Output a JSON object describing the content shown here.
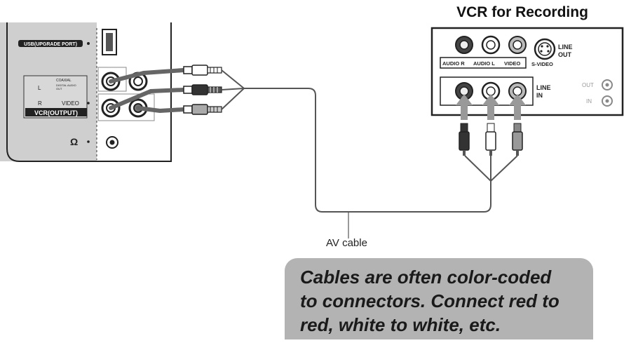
{
  "tv_panel": {
    "usb_label": "USB(UPGRADE PORT)",
    "left_label": "L",
    "coaxial_label": "COAXIAL",
    "digital_audio_label": "DIGITAL AUDIO",
    "out_label": "OUT",
    "right_label": "R",
    "video_label": "VIDEO",
    "vcr_output_label": "VCR(OUTPUT)",
    "headphone_symbol": "Ω"
  },
  "vcr": {
    "title": "VCR for Recording",
    "line_out_line1": "LINE",
    "line_out_line2": "OUT",
    "audio_r_label": "AUDIO R",
    "audio_l_label": "AUDIO L",
    "video_label": "VIDEO",
    "svideo_label": "S-VIDEO",
    "line_in_line1": "LINE",
    "line_in_line2": "IN",
    "rf_out_label": "OUT",
    "rf_in_label": "IN"
  },
  "cable_label": "AV cable",
  "note": {
    "line1": "Cables are  often  color-coded",
    "line2": "to connectors. Connect red to",
    "line3": "red, white to white, etc."
  },
  "colors": {
    "panel_gray": "#cfcfcf",
    "panel_outline": "#222222",
    "note_background": "#b3b3b3",
    "cable": "#555555"
  }
}
